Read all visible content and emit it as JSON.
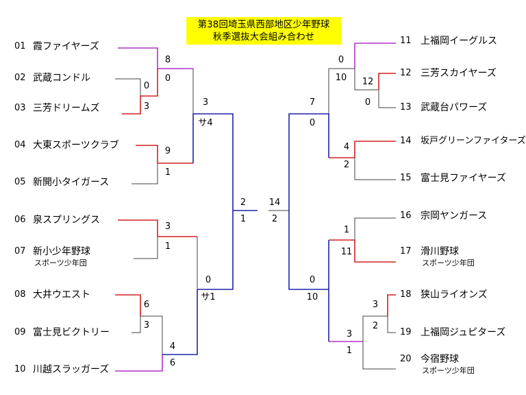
{
  "title": [
    "第38回埼玉県西部地区少年野球",
    "秋季選抜大会組み合わせ"
  ],
  "colors": {
    "purple": "#b030c8",
    "red": "#d02020",
    "blue": "#2020a8",
    "gray": "#404040"
  },
  "teams": [
    {
      "num": "01",
      "name": "霞ファイヤーズ"
    },
    {
      "num": "02",
      "name": "武蔵コンドル"
    },
    {
      "num": "03",
      "name": "三芳ドリームズ"
    },
    {
      "num": "04",
      "name": "大東スポーツクラブ"
    },
    {
      "num": "05",
      "name": "新開小タイガース"
    },
    {
      "num": "06",
      "name": "泉スプリングス"
    },
    {
      "num": "07",
      "name": "新小少年野球",
      "sub": "スポーツ少年団"
    },
    {
      "num": "08",
      "name": "大井ウエスト"
    },
    {
      "num": "09",
      "name": "富士見ビクトリー"
    },
    {
      "num": "10",
      "name": "川越スラッガーズ"
    },
    {
      "num": "11",
      "name": "上福岡イーグルス"
    },
    {
      "num": "12",
      "name": "三芳スカイヤーズ"
    },
    {
      "num": "13",
      "name": "武蔵台パワーズ"
    },
    {
      "num": "14",
      "name": "坂戸グリーンファイターズ"
    },
    {
      "num": "15",
      "name": "富士見ファイヤーズ"
    },
    {
      "num": "16",
      "name": "宗岡ヤンガース"
    },
    {
      "num": "17",
      "name": "滑川野球",
      "sub": "スポーツ少年団"
    },
    {
      "num": "18",
      "name": "狭山ライオンズ"
    },
    {
      "num": "19",
      "name": "上福岡ジュピターズ"
    },
    {
      "num": "20",
      "name": "今宿野球",
      "sub": "スポーツ少年団"
    }
  ],
  "scores": [
    "8",
    "0",
    "0",
    "3",
    "9",
    "1",
    "3",
    "サ4",
    "3",
    "1",
    "6",
    "3",
    "4",
    "6",
    "0",
    "サ1",
    "2",
    "1",
    "14",
    "2",
    "10",
    "0",
    "12",
    "0",
    "4",
    "2",
    "7",
    "0",
    "1",
    "11",
    "3",
    "2",
    "3",
    "1",
    "0",
    "10"
  ]
}
